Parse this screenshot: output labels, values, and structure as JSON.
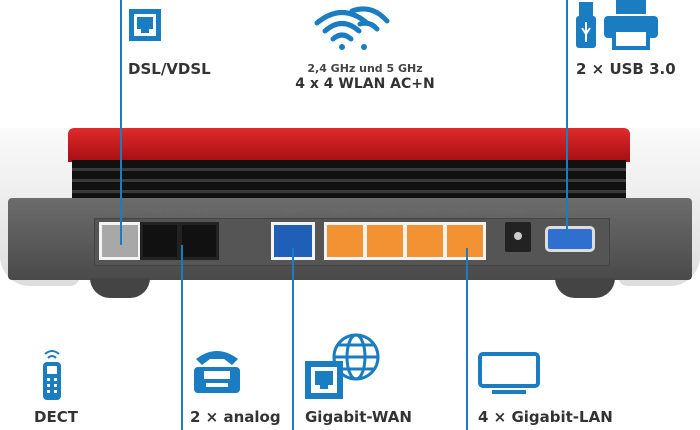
{
  "labels": {
    "dsl": "DSL/VDSL",
    "wlan_freq": "2,4 GHz und 5 GHz",
    "wlan": "4 x 4 WLAN AC+N",
    "usb": "2 × USB 3.0",
    "dect": "DECT",
    "analog": "2 × analog",
    "wan": "Gigabit-WAN",
    "lan": "4 × Gigabit-LAN"
  },
  "ports": {
    "dsl": "DSL",
    "fon1": "FON 1",
    "fon2": "FON 2",
    "wan": "WAN",
    "lan1": "LAN 1",
    "lan2": "LAN 2",
    "lan3": "LAN 3",
    "lan4": "LAN 4",
    "power": "Power",
    "usb": "USB"
  },
  "colors": {
    "accent": "#1a7cc1",
    "router_red": "#c8161d",
    "lan_port": "#f39232",
    "wan_port": "#1f5fb8"
  }
}
